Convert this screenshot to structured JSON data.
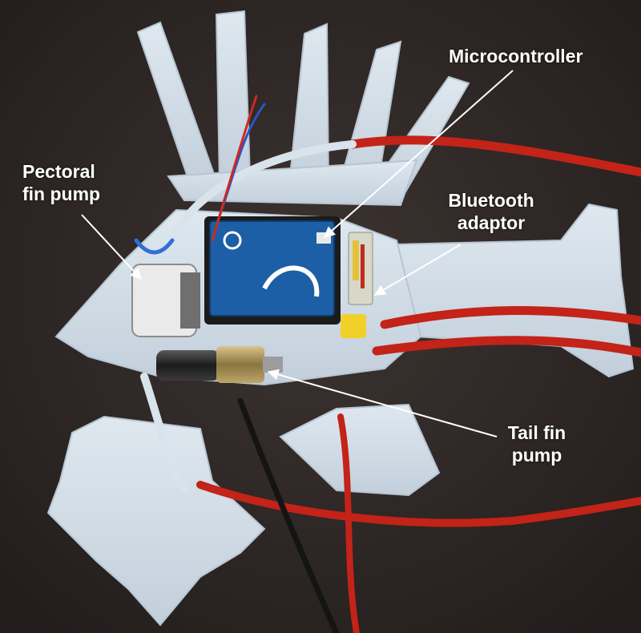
{
  "labels": {
    "pectoral": [
      "Pectoral",
      "fin pump"
    ],
    "microcontroller": [
      "Microcontroller"
    ],
    "bluetooth": [
      "Bluetooth",
      "adaptor"
    ],
    "tail": [
      "Tail fin",
      "pump"
    ]
  },
  "colors": {
    "background": "#2e2725",
    "silicone": "#cfdbe6",
    "tube": "#d12a1e",
    "board": "#1d5fa6",
    "label_text": "#ffffff"
  }
}
